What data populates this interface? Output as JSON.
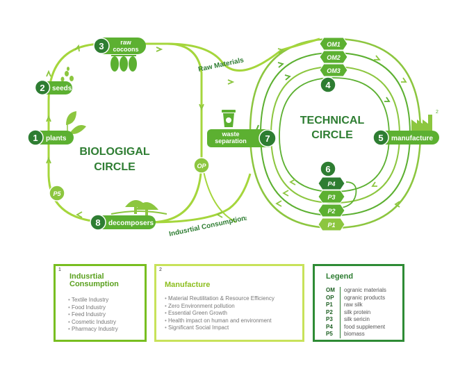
{
  "diagram": {
    "bio_title": [
      "BIOLOGIGAL",
      "CIRCLE"
    ],
    "tech_title": [
      "TECHNICAL",
      "CIRCLE"
    ],
    "nodes": {
      "n1": {
        "num": "1",
        "label": "plants"
      },
      "n2": {
        "num": "2",
        "label": "seeds"
      },
      "n3": {
        "num": "3",
        "label": [
          "raw",
          "cocoons"
        ]
      },
      "n4": {
        "num": "4"
      },
      "n5": {
        "num": "5",
        "label": "manufacture"
      },
      "n6": {
        "num": "6"
      },
      "n7": {
        "num": "7",
        "label": [
          "waste",
          "separation"
        ]
      },
      "n8": {
        "num": "8",
        "label": "decomposers"
      }
    },
    "om": [
      "OM1",
      "OM2",
      "OM3"
    ],
    "p": [
      "P4",
      "P3",
      "P2",
      "P1"
    ],
    "op_label": "OP",
    "p5_label": "P5",
    "raw_materials": "Raw Materials",
    "industrial_consumption": "Indusrtial Consumption",
    "ref1": "1",
    "ref2": "2",
    "colors": {
      "dark": "#2e7d32",
      "mid": "#5cb031",
      "light": "#a5d63c",
      "line": "#8cc63f"
    }
  },
  "box1": {
    "sup": "1",
    "title": [
      "Indusrtial",
      "Consumption"
    ],
    "items": [
      "Textile Industry",
      "Food Industry",
      "Feed Industry",
      "Cosmetic Industry",
      "Pharmacy Industry"
    ]
  },
  "box2": {
    "sup": "2",
    "title": "Manufacture",
    "items": [
      "Material Reutilitation & Resource Efficiency",
      "Zero Environment pollution",
      "Essential Green Growth",
      "Health impact on human and environment",
      "Significant Social Impact"
    ]
  },
  "legend": {
    "title": "Legend",
    "rows": [
      {
        "code": "OM",
        "desc": "ogranic materials"
      },
      {
        "code": "OP",
        "desc": "ogranic products"
      },
      {
        "code": "P1",
        "desc": "raw silk"
      },
      {
        "code": "P2",
        "desc": "silk protein"
      },
      {
        "code": "P3",
        "desc": "silk sericin"
      },
      {
        "code": "P4",
        "desc": "food supplement"
      },
      {
        "code": "P5",
        "desc": "biomass"
      }
    ]
  }
}
